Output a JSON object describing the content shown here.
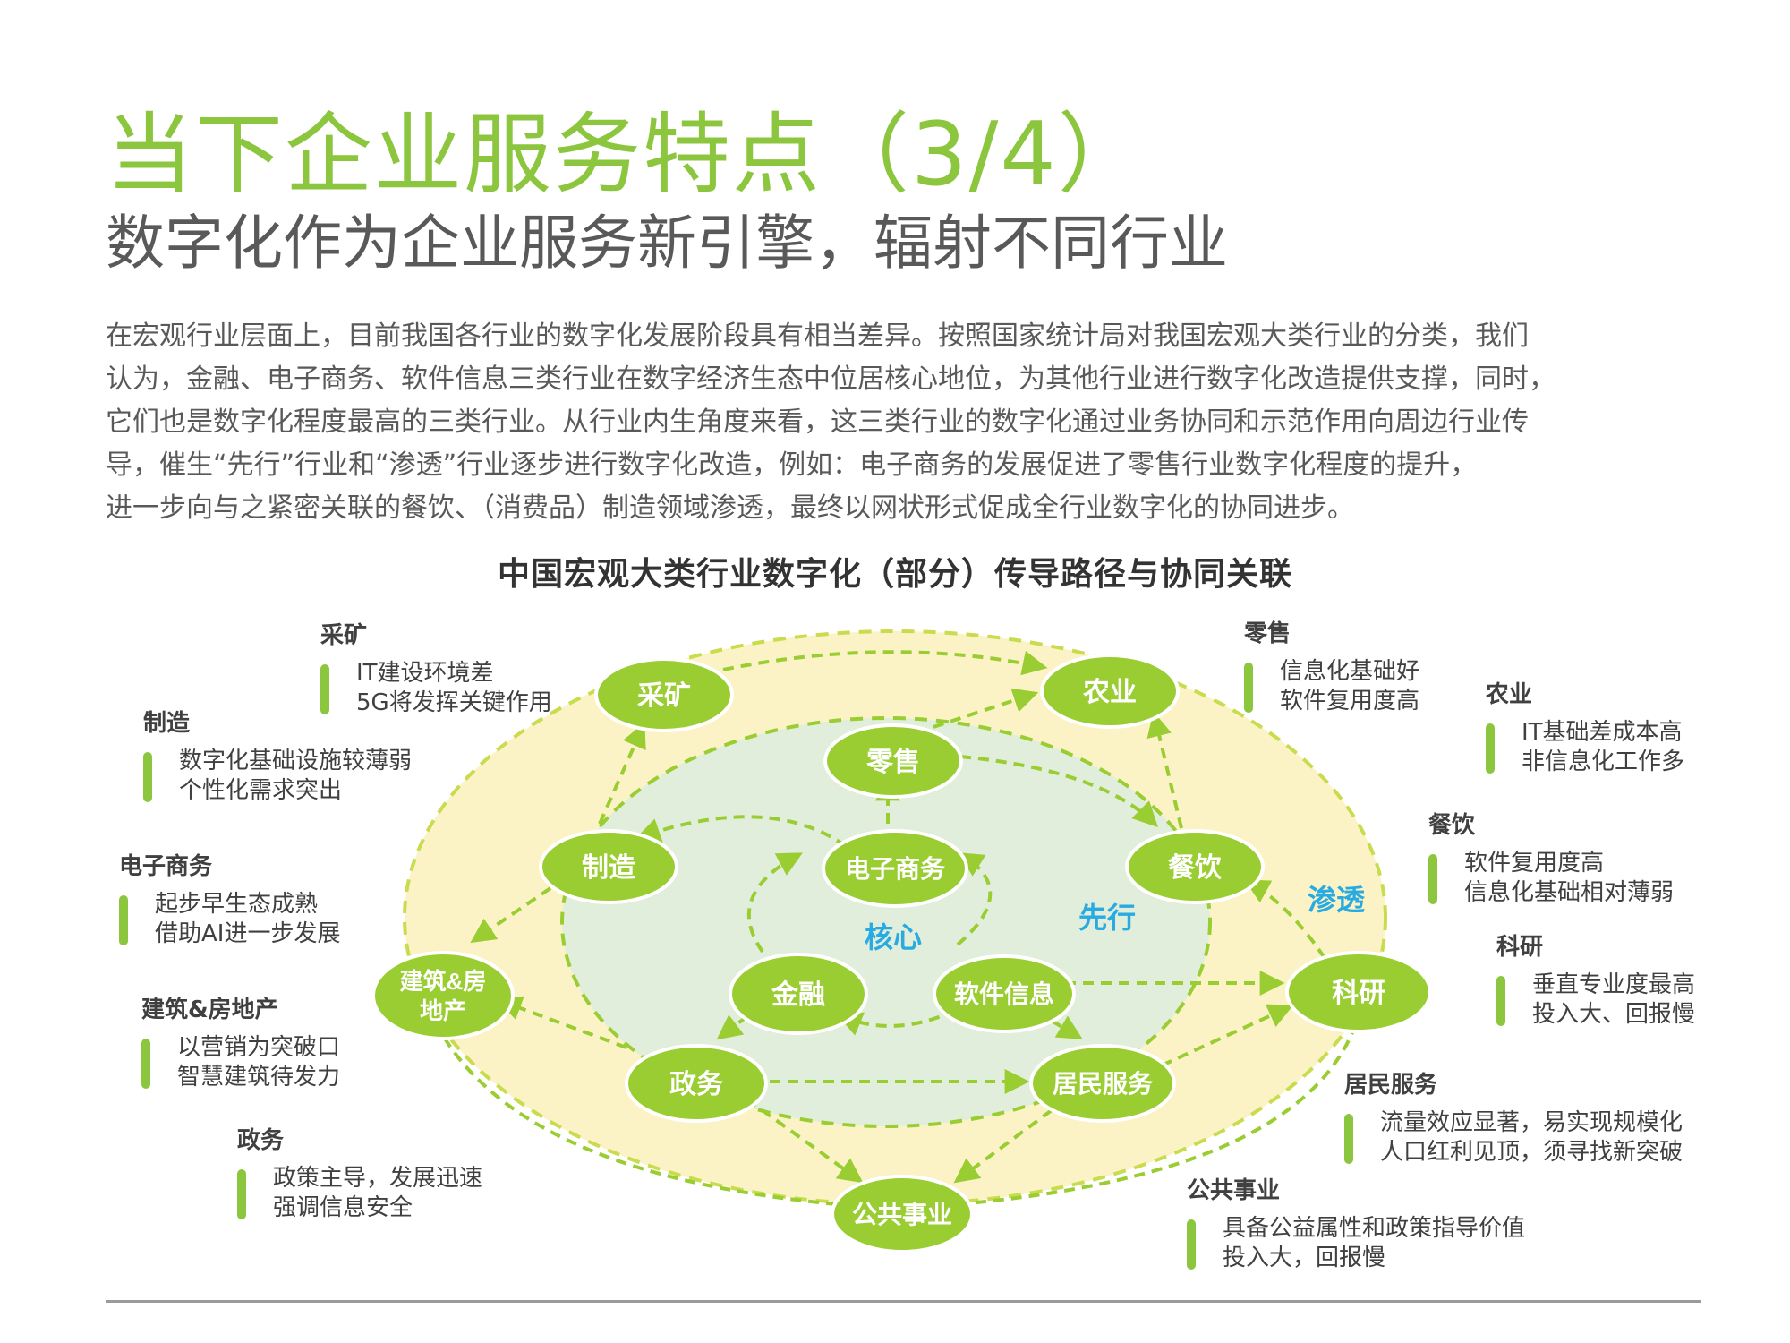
{
  "header": {
    "title": "当下企业服务特点（3/4）",
    "subtitle": "数字化作为企业服务新引擎，辐射不同行业"
  },
  "intro_lines": [
    "在宏观行业层面上，目前我国各行业的数字化发展阶段具有相当差异。按照国家统计局对我国宏观大类行业的分类，我们",
    "认为，金融、电子商务、软件信息三类行业在数字经济生态中位居核心地位，为其他行业进行数字化改造提供支撑，同时，",
    "它们也是数字化程度最高的三类行业。从行业内生角度来看，这三类行业的数字化通过业务协同和示范作用向周边行业传",
    "导，催生“先行”行业和“渗透”行业逐步进行数字化改造，例如：电子商务的发展促进了零售行业数字化程度的提升，",
    "进一步向与之紧密关联的餐饮、（消费品）制造领域渗透，最终以网状形式促成全行业数字化的协同进步。"
  ],
  "diagram": {
    "title": "中国宏观大类行业数字化（部分）传导路径与协同关联",
    "colors": {
      "accent_green": "#8cc63f",
      "node_fill": "#9acd32",
      "inner_ring": "#e0eedb",
      "outer_ring": "#fbf3c6",
      "zone_label": "#29abe2"
    },
    "zones": {
      "core": "核心",
      "leading": "先行",
      "penetrating": "渗透"
    },
    "nodes": {
      "mining": "采矿",
      "agriculture": "农业",
      "retail": "零售",
      "manufacturing": "制造",
      "ecommerce": "电子商务",
      "catering": "餐饮",
      "construction_line1": "建筑&房",
      "construction_line2": "地产",
      "finance": "金融",
      "software": "软件信息",
      "research": "科研",
      "government": "政务",
      "resident_services": "居民服务",
      "public_utilities": "公共事业"
    },
    "annotations": {
      "mining": {
        "title": "采矿",
        "lines": [
          "IT建设环境差",
          "5G将发挥关键作用"
        ]
      },
      "manufacturing": {
        "title": "制造",
        "lines": [
          "数字化基础设施较薄弱",
          "个性化需求突出"
        ]
      },
      "ecommerce": {
        "title": "电子商务",
        "lines": [
          "起步早生态成熟",
          "借助AI进一步发展"
        ]
      },
      "construction": {
        "title": "建筑&房地产",
        "lines": [
          "以营销为突破口",
          "智慧建筑待发力"
        ]
      },
      "government": {
        "title": "政务",
        "lines": [
          "政策主导，发展迅速",
          "强调信息安全"
        ]
      },
      "retail": {
        "title": "零售",
        "lines": [
          "信息化基础好",
          "软件复用度高"
        ]
      },
      "agriculture": {
        "title": "农业",
        "lines": [
          "IT基础差成本高",
          "非信息化工作多"
        ]
      },
      "catering": {
        "title": "餐饮",
        "lines": [
          "软件复用度高",
          "信息化基础相对薄弱"
        ]
      },
      "research": {
        "title": "科研",
        "lines": [
          "垂直专业度最高",
          "投入大、回报慢"
        ]
      },
      "resident_services": {
        "title": "居民服务",
        "lines": [
          "流量效应显著，易实现规模化",
          "人口红利见顶，须寻找新突破"
        ]
      },
      "public_utilities": {
        "title": "公共事业",
        "lines": [
          "具备公益属性和政策指导价值",
          "投入大，回报慢"
        ]
      }
    }
  }
}
